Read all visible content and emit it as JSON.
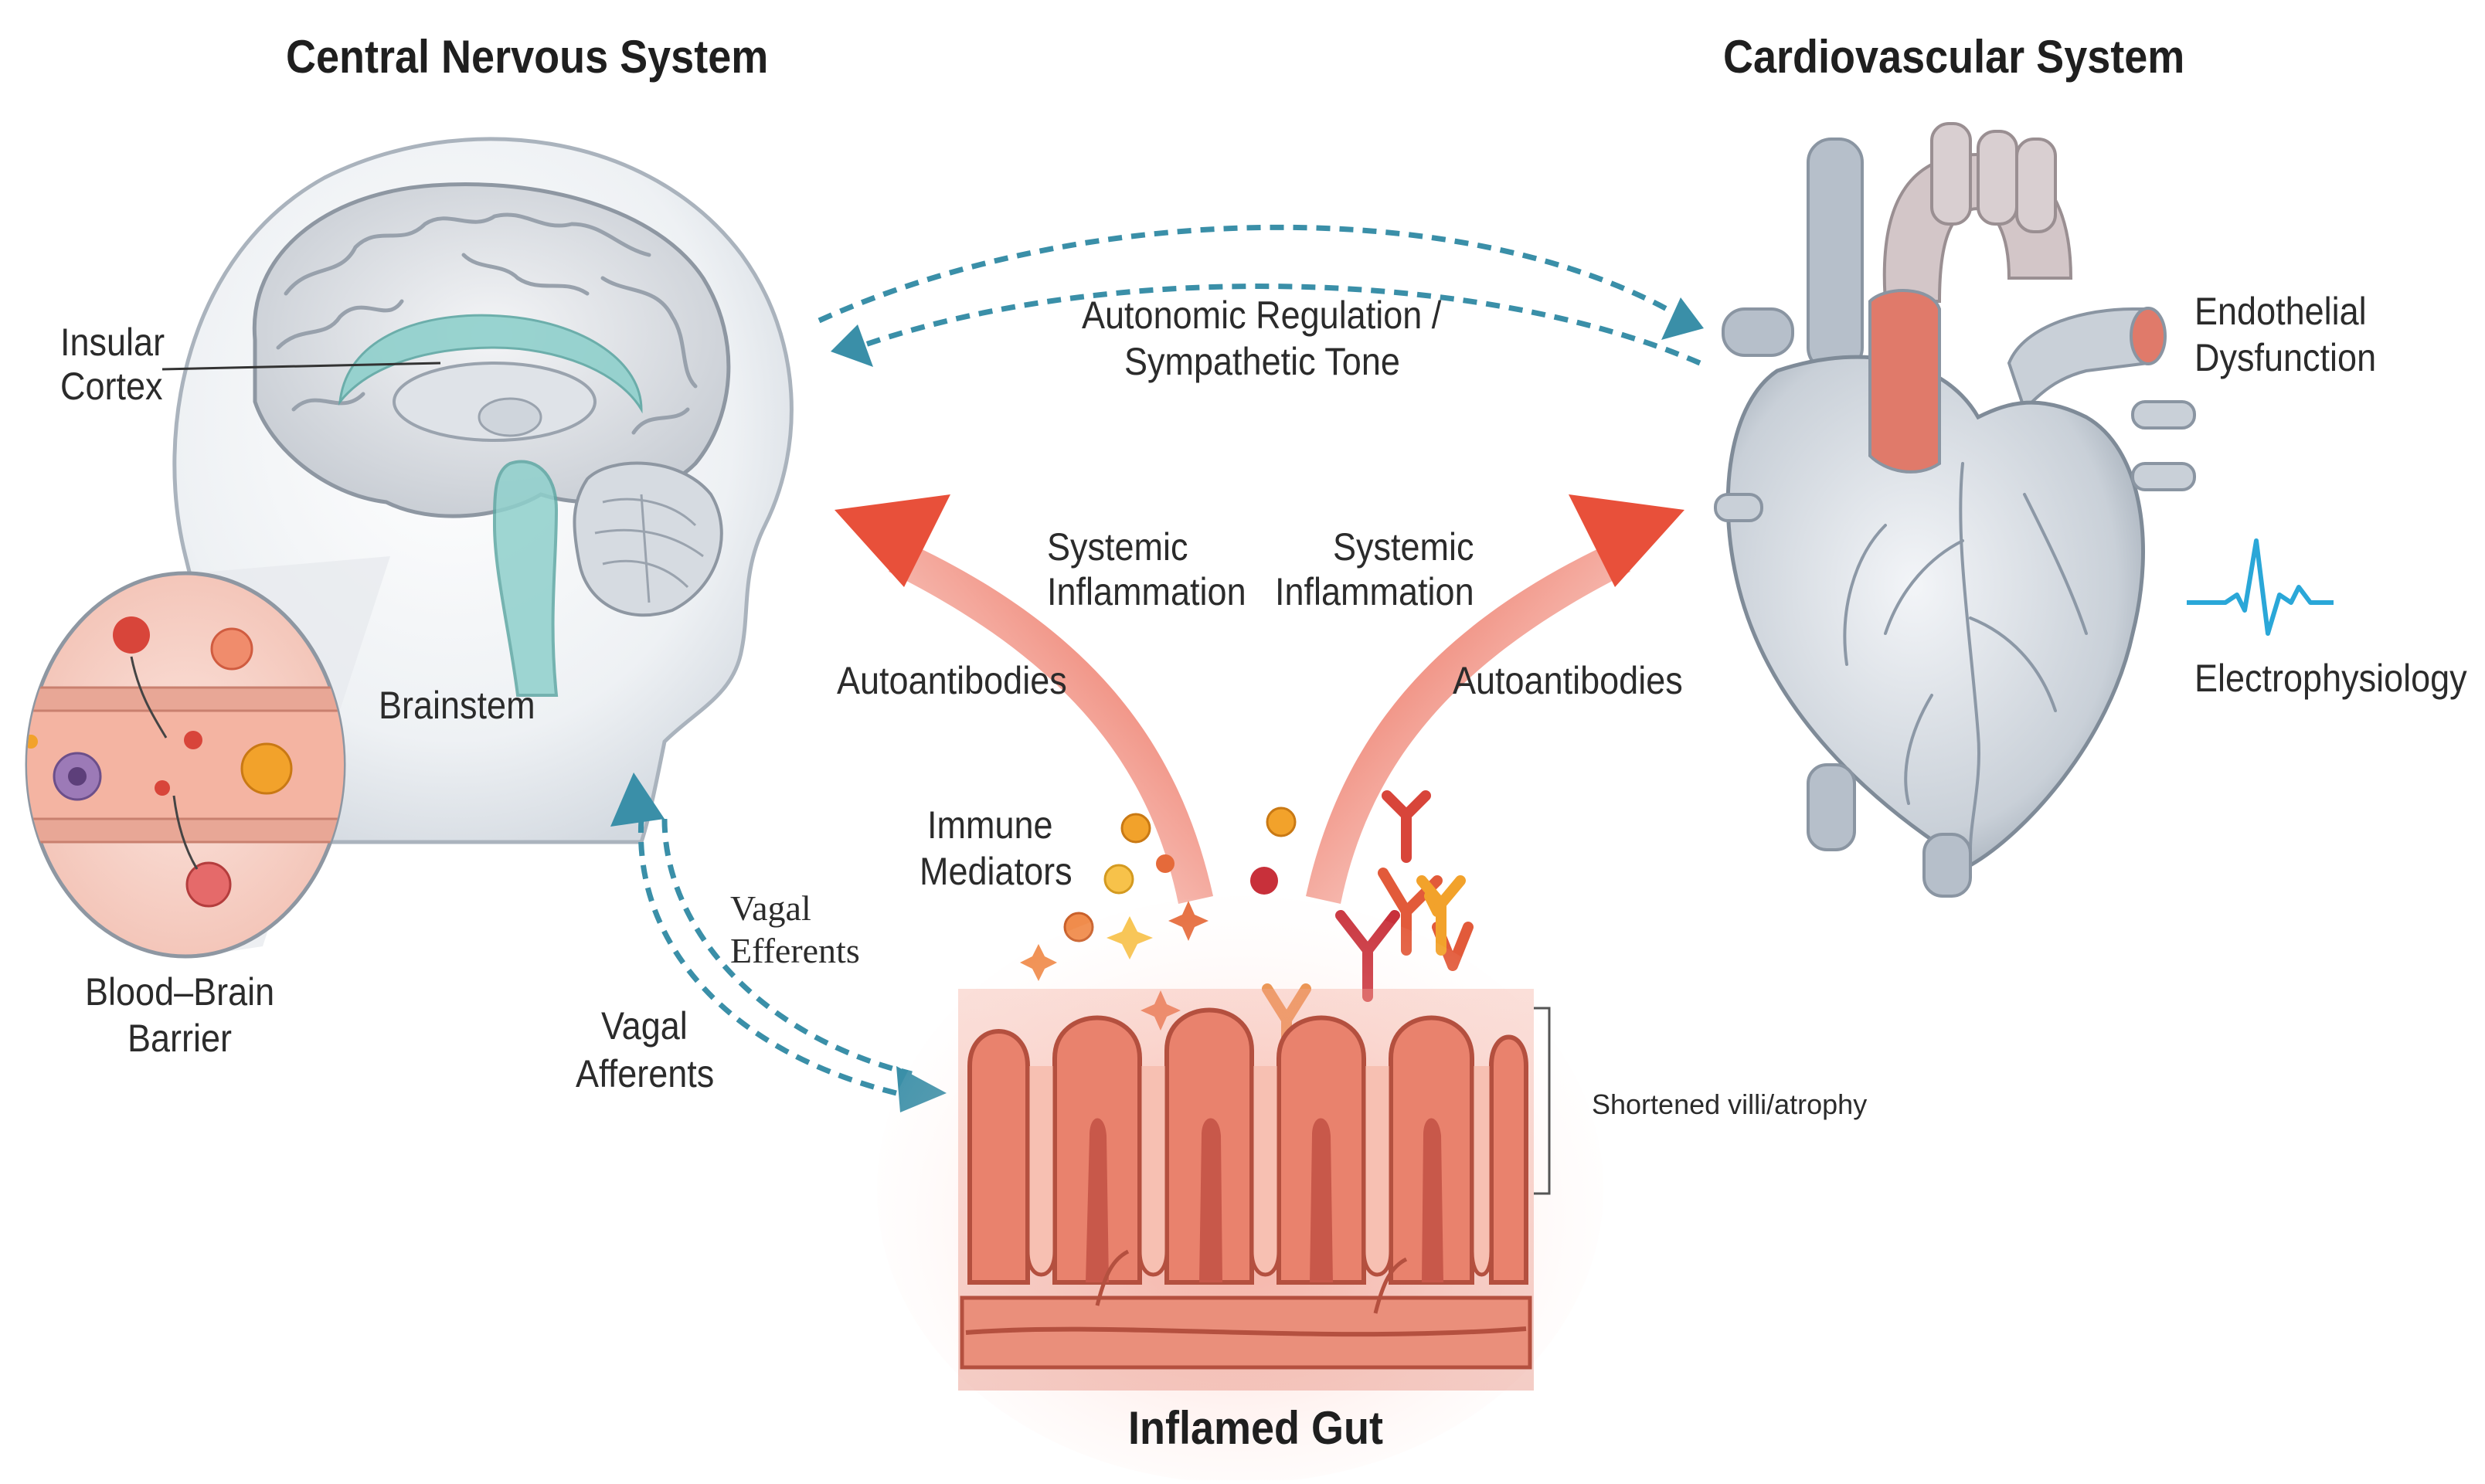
{
  "titles": {
    "cns": "Central Nervous System",
    "cardio": "Cardiovascular System",
    "gut": "Inflamed Gut"
  },
  "labels": {
    "insular_cortex_1": "Insular",
    "insular_cortex_2": "Cortex",
    "brainstem": "Brainstem",
    "bbb_1": "Blood–Brain",
    "bbb_2": "Barrier",
    "autonomic_1": "Autonomic Regulation /",
    "autonomic_2": "Sympathetic Tone",
    "systemic_left_1": "Systemic",
    "systemic_left_2": "Inflammation",
    "systemic_right_1": "Systemic",
    "systemic_right_2": "Inflammation",
    "autoantibodies_left": "Autoantibodies",
    "autoantibodies_right": "Autoantibodies",
    "immune_1": "Immune",
    "immune_2": "Mediators",
    "vagal_eff_1": "Vagal",
    "vagal_eff_2": "Efferents",
    "vagal_aff_1": "Vagal",
    "vagal_aff_2": "Afferents",
    "villi": "Shortened villi/atrophy",
    "endothelial_1": "Endothelial",
    "endothelial_2": "Dysfunction",
    "electro": "Electrophysiology"
  },
  "colors": {
    "inflammation_arrow": "#e8503a",
    "autonomic_arrow": "#3a8fa8",
    "gut_tissue": "#e27a66",
    "organ_grey": "#c9d0d8",
    "brainstem_teal": "#8fd0cc",
    "ecg_blue": "#2aa7d8"
  }
}
